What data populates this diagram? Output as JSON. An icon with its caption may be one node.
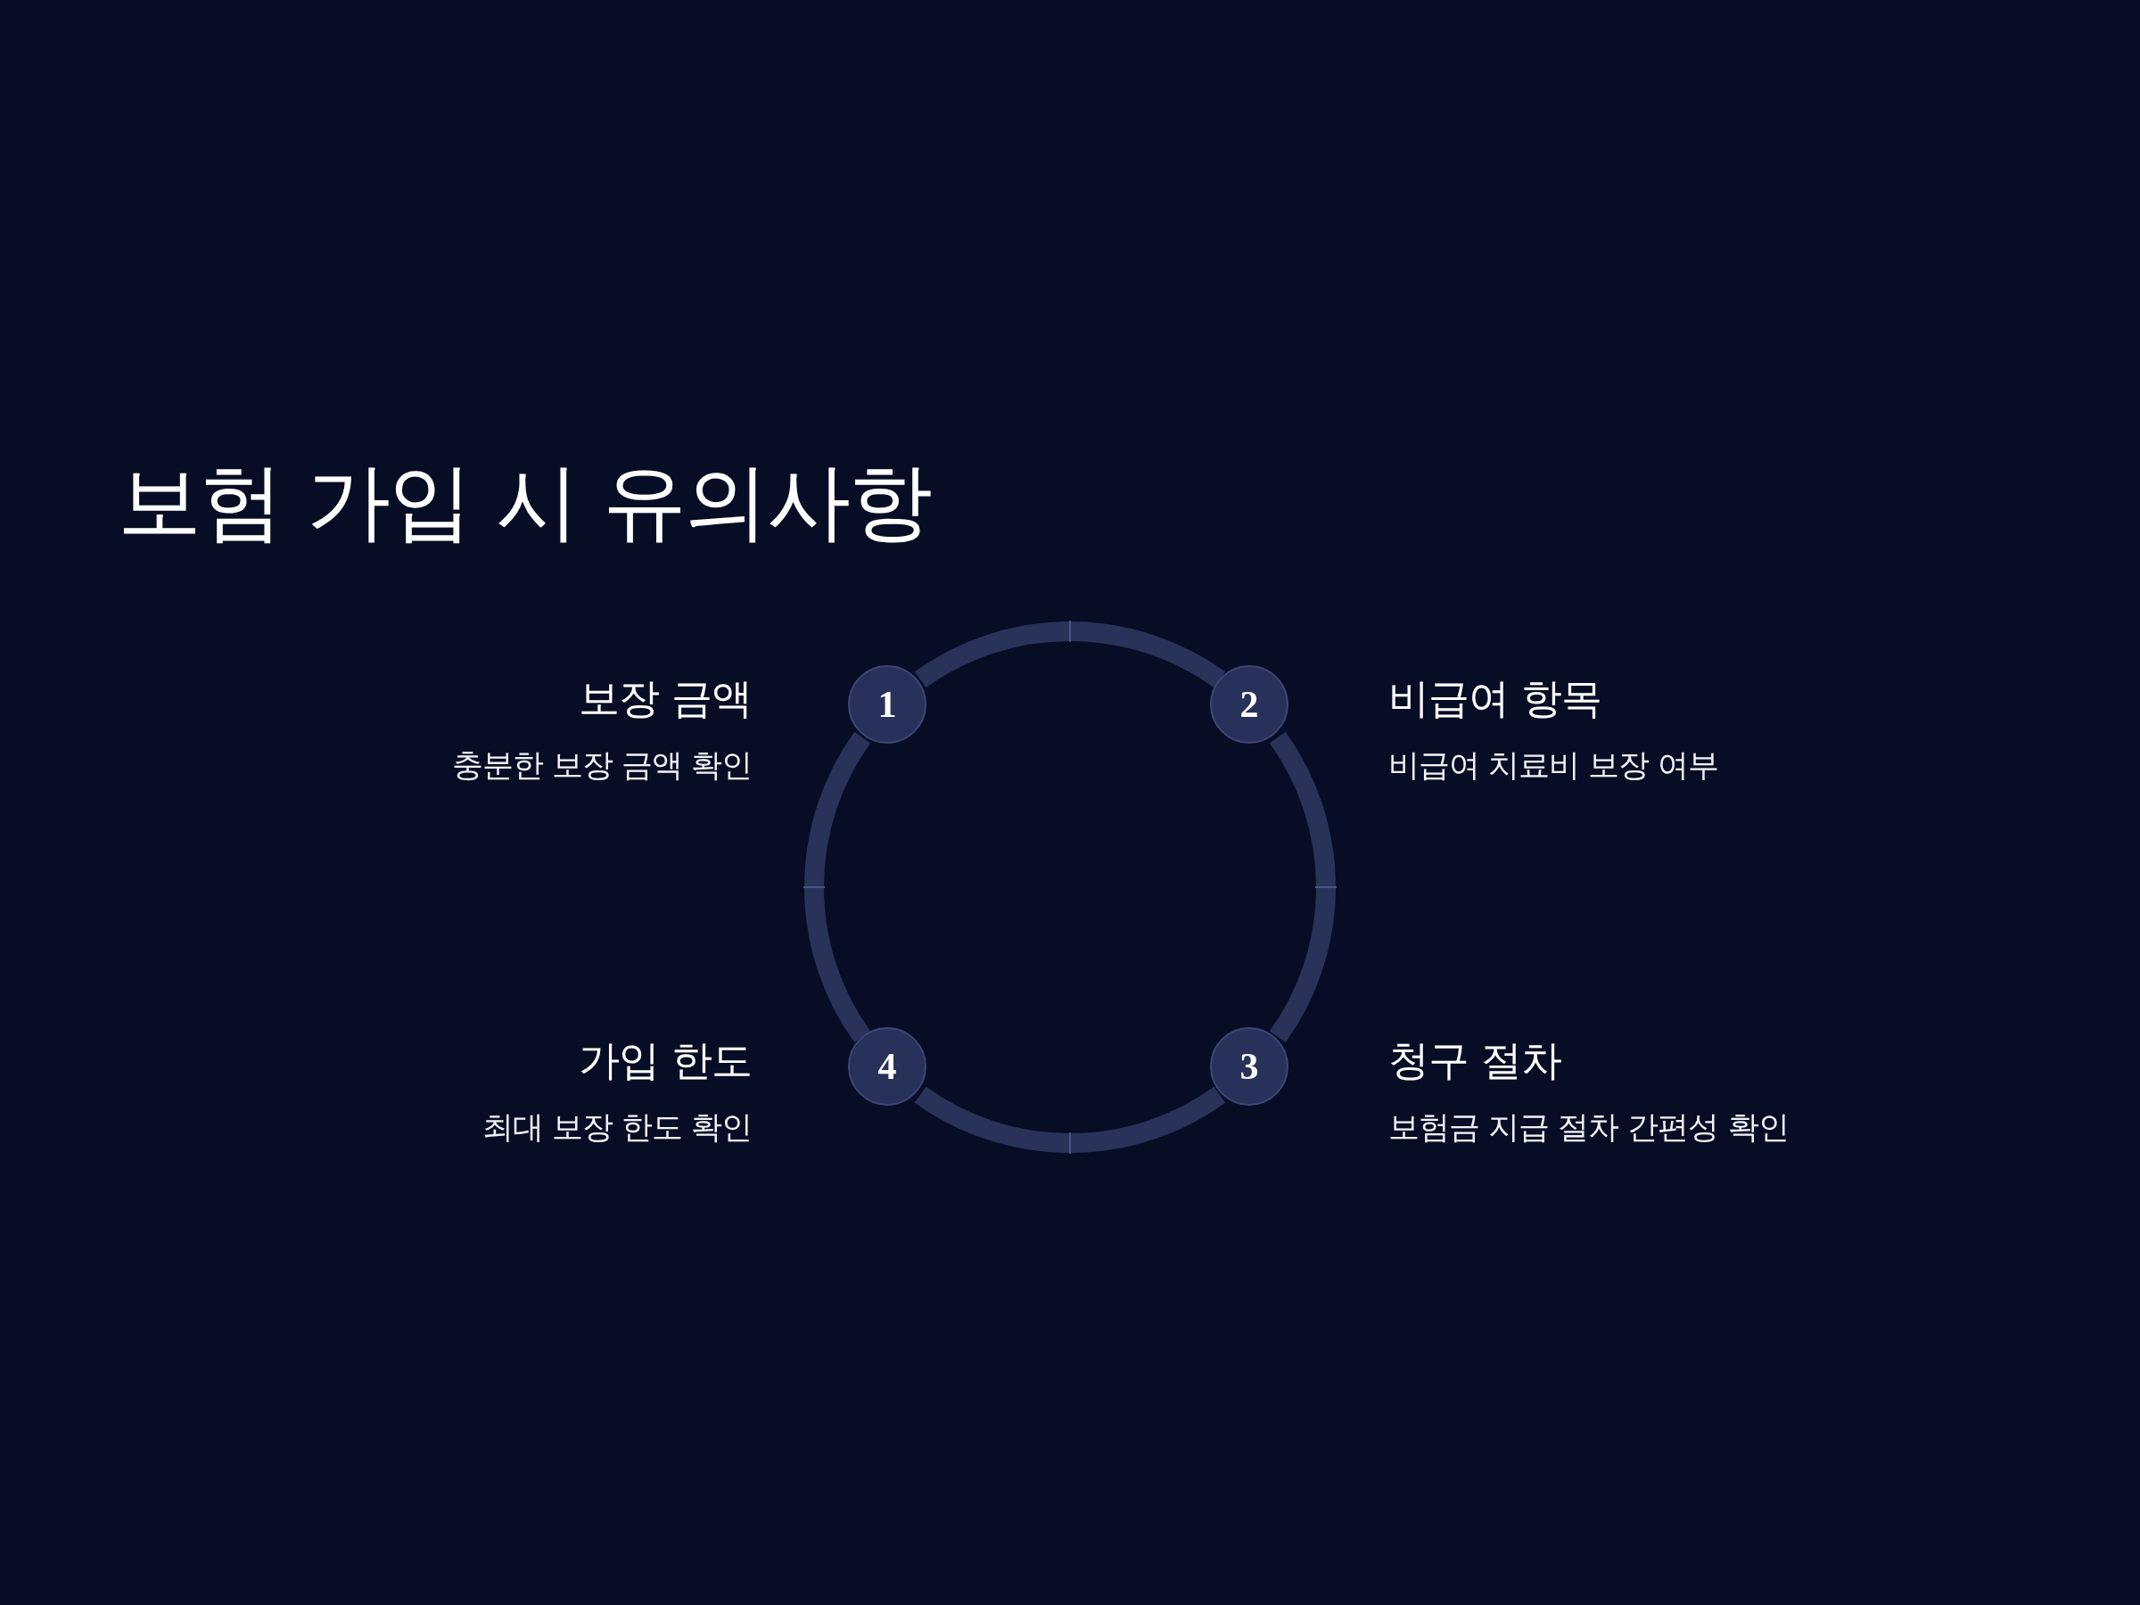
{
  "diagram": {
    "title": "보험 가입 시 유의사항",
    "nodes": [
      {
        "text": [
          "1"
        ],
        "beside": [
          "보장 금액",
          "충분한 보장 금액 확인"
        ]
      },
      {
        "text": [
          "2"
        ],
        "beside": [
          "비급여 항목",
          "비급여 치료비 보장 여부"
        ]
      },
      {
        "text": [
          "3"
        ],
        "beside": [
          "청구 절차",
          "보험금 지급 절차 간편성 확인"
        ]
      },
      {
        "text": [
          "4"
        ],
        "beside": [
          "가입 한도",
          "최대 보장 한도 확인"
        ]
      }
    ],
    "edges": [
      {
        "from": 0,
        "to": 1,
        "arrow": "none"
      },
      {
        "from": 1,
        "to": 2,
        "arrow": "none"
      },
      {
        "from": 2,
        "to": 3,
        "arrow": "none"
      },
      {
        "from": 3,
        "to": 0,
        "arrow": "none"
      }
    ]
  }
}
